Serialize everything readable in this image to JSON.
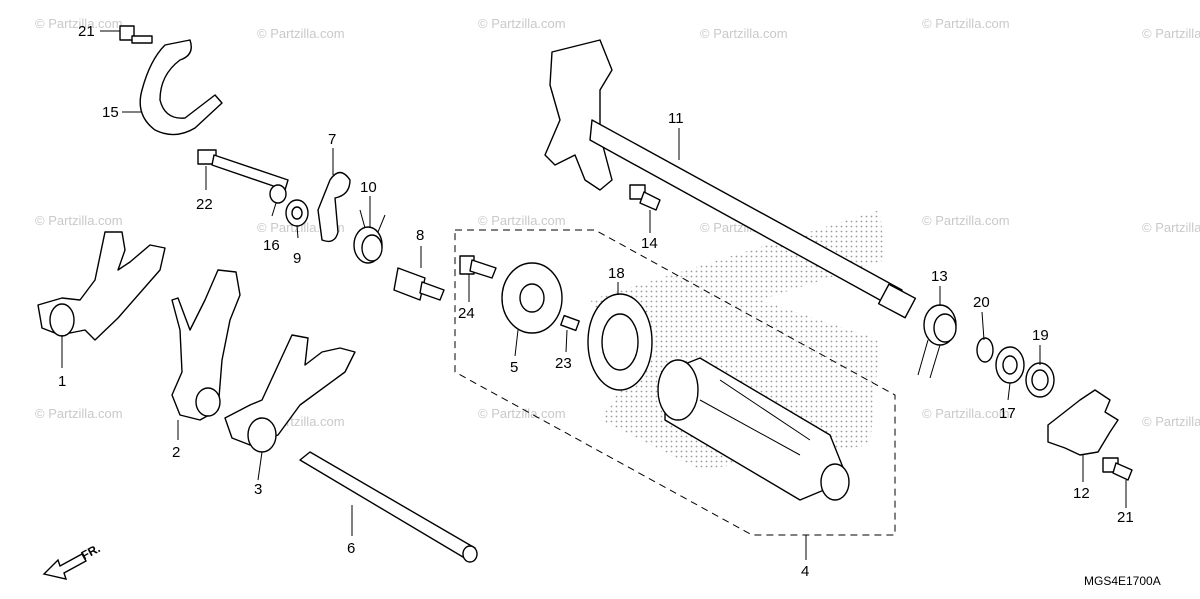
{
  "watermark": "© Partzilla.com",
  "diagram_code": "MGS4E1700A",
  "front_indicator": "FR.",
  "callouts": [
    "1",
    "2",
    "3",
    "4",
    "5",
    "6",
    "7",
    "8",
    "9",
    "10",
    "11",
    "12",
    "13",
    "14",
    "15",
    "16",
    "17",
    "18",
    "19",
    "20",
    "21",
    "22",
    "23",
    "24"
  ]
}
